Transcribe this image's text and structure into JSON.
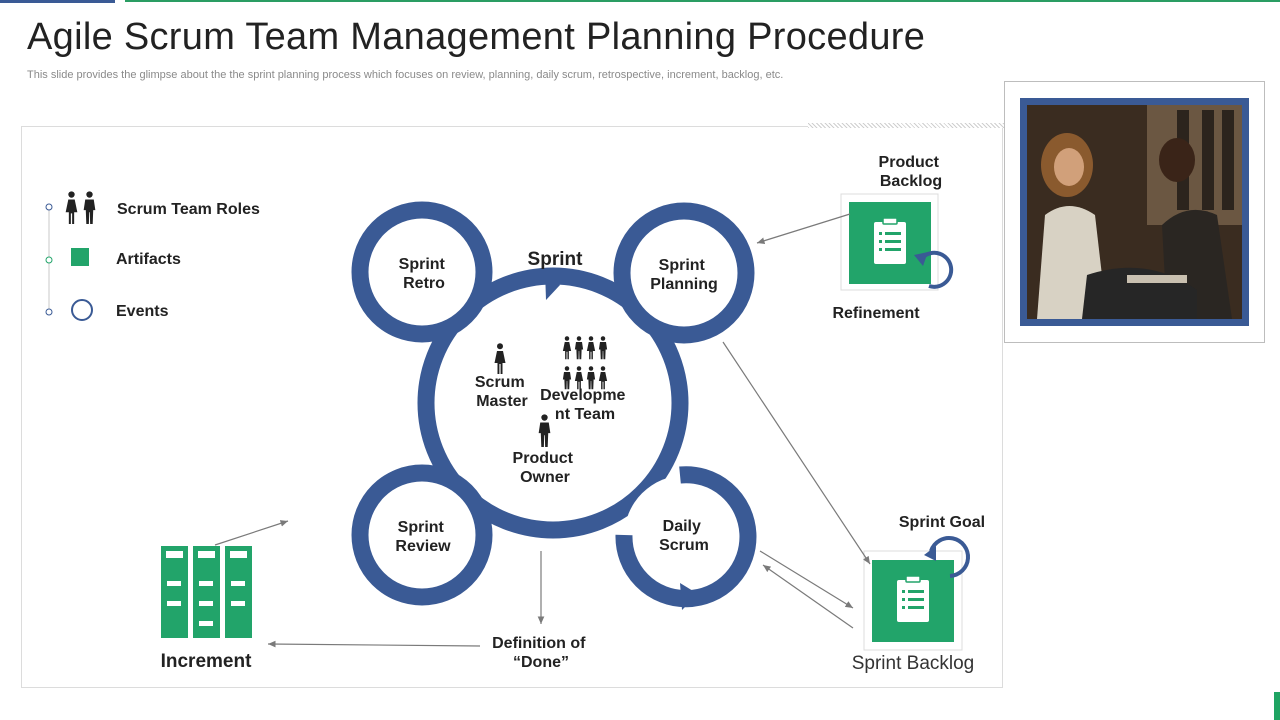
{
  "slide": {
    "title": "Agile Scrum Team Management Planning Procedure",
    "subtitle": "This slide provides the glimpse about the the  sprint planning process which focuses on review, planning, daily scrum, retrospective, increment, backlog, etc."
  },
  "legend": {
    "items": [
      {
        "label": "Scrum Team Roles",
        "icon": "people-icon"
      },
      {
        "label": "Artifacts",
        "icon": "green-square-icon"
      },
      {
        "label": "Events",
        "icon": "circle-outline-icon"
      }
    ]
  },
  "cycle": {
    "sprint_label": "Sprint",
    "events": {
      "retro": [
        "Sprint",
        "Retro"
      ],
      "planning": [
        "Sprint",
        "Planning"
      ],
      "review": [
        "Sprint",
        "Review"
      ],
      "daily": [
        "Daily",
        "Scrum"
      ]
    },
    "roles": {
      "scrum_master": [
        "Scrum",
        "Master"
      ],
      "dev_team": [
        "Developme",
        "nt Team"
      ],
      "product_owner": [
        "Product",
        "Owner"
      ]
    }
  },
  "artifacts": {
    "product_backlog": [
      "Product",
      "Backlog"
    ],
    "refinement": "Refinement",
    "sprint_goal": "Sprint Goal",
    "sprint_backlog": "Sprint Backlog",
    "definition_of_done": [
      "Definition of",
      "“Done”"
    ],
    "increment": "Increment"
  },
  "colors": {
    "accent_blue": "#3a5a95",
    "accent_green": "#22a46a",
    "text_dark": "#222222",
    "subtitle_gray": "#8a8a8a"
  }
}
